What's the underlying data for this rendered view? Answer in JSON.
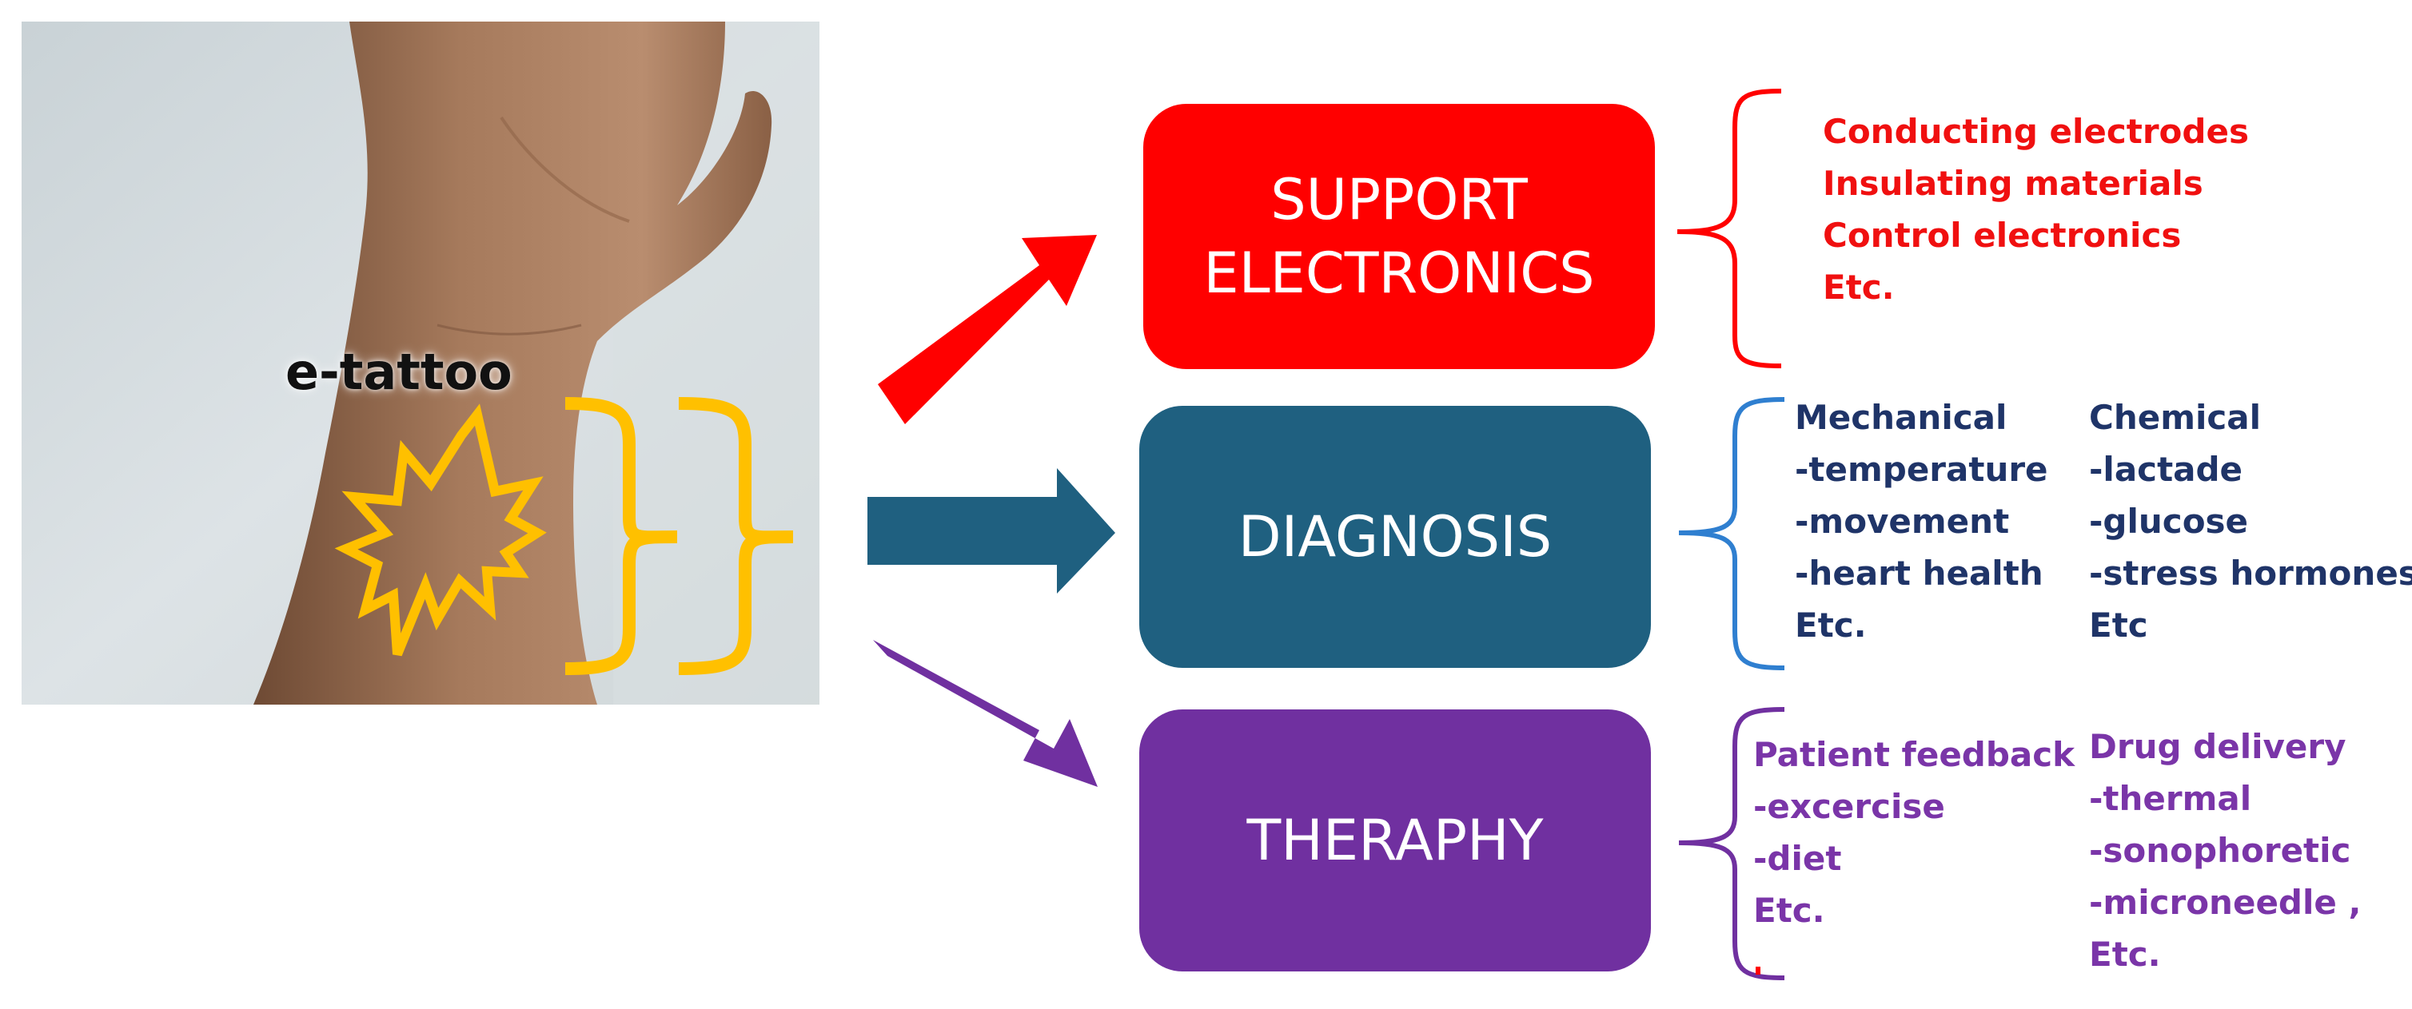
{
  "photo": {
    "label": "e-tattoo"
  },
  "boxes": {
    "support": {
      "label": "SUPPORT\nELECTRONICS",
      "color": "#ff0000"
    },
    "diagnosis": {
      "label": "DIAGNOSIS",
      "color": "#1f6080"
    },
    "therapy": {
      "label": "THERAPHY",
      "color": "#7030a0"
    }
  },
  "support_list": [
    "Conducting electrodes",
    "Insulating materials",
    "Control electronics",
    "Etc."
  ],
  "diagnosis": {
    "mechanical": [
      "Mechanical",
      "-temperature",
      "-movement",
      "-heart health",
      "Etc."
    ],
    "chemical": [
      "Chemical",
      "-lactade",
      "-glucose",
      "-stress hormones",
      "Etc"
    ]
  },
  "therapy": {
    "patient": [
      "Patient feedback",
      "-excercise",
      "-diet",
      "Etc."
    ],
    "drug": [
      "Drug delivery",
      "-thermal",
      "-sonophoretic",
      "-microneedle ,",
      "Etc."
    ]
  },
  "colors": {
    "red": "#ff0000",
    "teal": "#1f6080",
    "purple": "#7030a0",
    "yellow": "#ffc000",
    "blue_bracket": "#2f7fd0"
  }
}
